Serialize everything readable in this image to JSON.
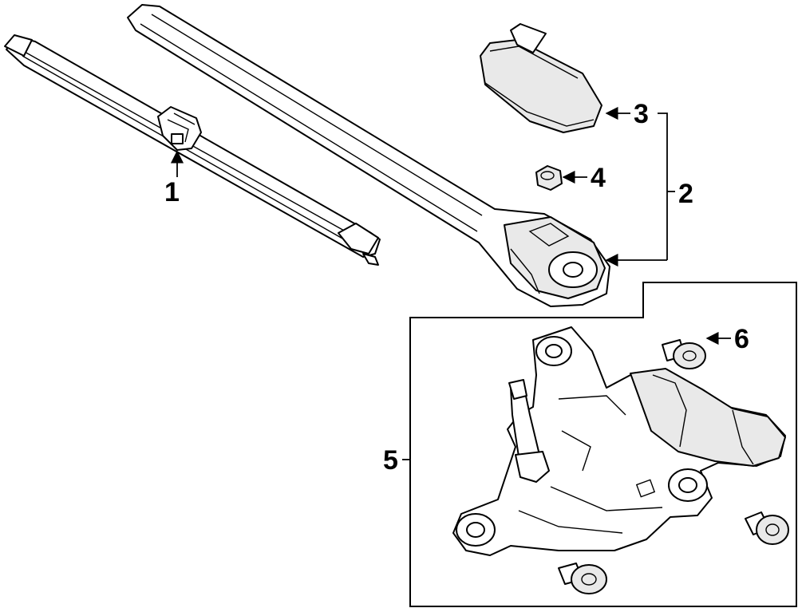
{
  "diagram": {
    "callouts": [
      {
        "id": "1",
        "label": "1"
      },
      {
        "id": "2",
        "label": "2"
      },
      {
        "id": "3",
        "label": "3"
      },
      {
        "id": "4",
        "label": "4"
      },
      {
        "id": "5",
        "label": "5"
      },
      {
        "id": "6",
        "label": "6"
      }
    ],
    "colors": {
      "line": "#000000",
      "background": "#ffffff",
      "shade": "#e9e9e9"
    }
  }
}
